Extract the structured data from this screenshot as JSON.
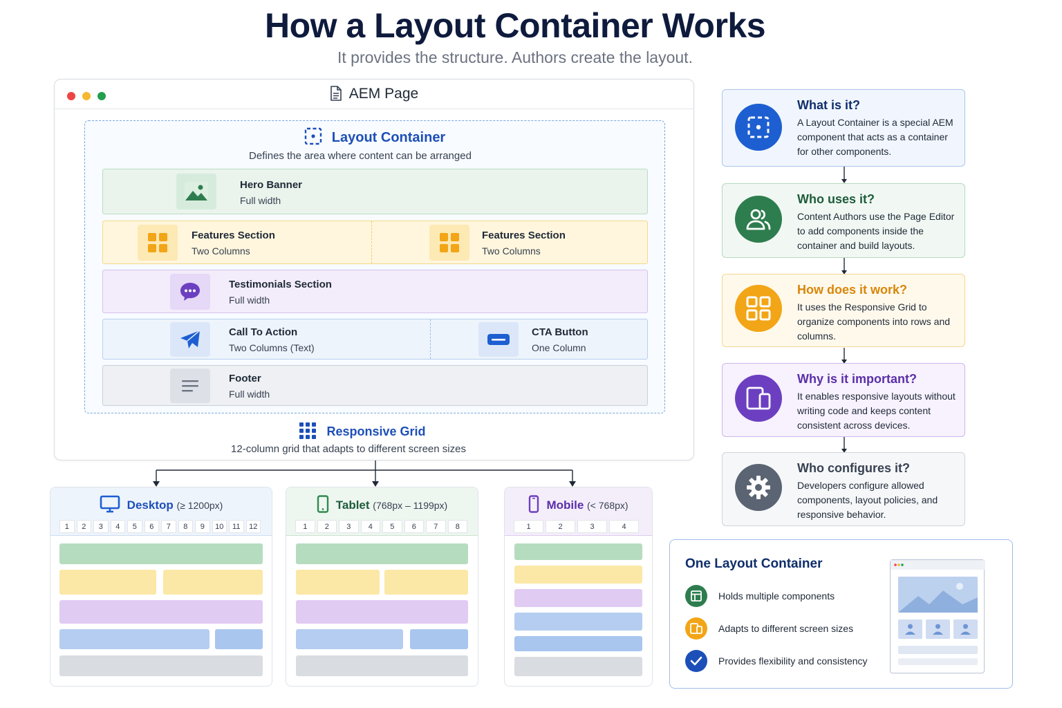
{
  "header": {
    "title": "How a Layout Container Works",
    "subtitle": "It provides the structure. Authors create the layout."
  },
  "browser": {
    "page_label": "AEM Page",
    "layout_container": {
      "title": "Layout Container",
      "subtitle": "Defines the area where content can be arranged"
    },
    "rows": {
      "hero": {
        "title": "Hero Banner",
        "sub": "Full width"
      },
      "features_left": {
        "title": "Features Section",
        "sub": "Two Columns"
      },
      "features_right": {
        "title": "Features Section",
        "sub": "Two Columns"
      },
      "testimonials": {
        "title": "Testimonials Section",
        "sub": "Full width"
      },
      "cta": {
        "title": "Call To Action",
        "sub": "Two Columns (Text)"
      },
      "cta_button": {
        "title": "CTA Button",
        "sub": "One Column"
      },
      "footer": {
        "title": "Footer",
        "sub": "Full width"
      }
    },
    "responsive_grid": {
      "title": "Responsive Grid",
      "subtitle": "12-column grid  that adapts to different screen sizes"
    }
  },
  "devices": {
    "desktop": {
      "name": "Desktop",
      "range": "(≥ 1200px)",
      "columns": [
        "1",
        "2",
        "3",
        "4",
        "5",
        "6",
        "7",
        "8",
        "9",
        "10",
        "11",
        "12"
      ]
    },
    "tablet": {
      "name": "Tablet",
      "range": "(768px – 1199px)",
      "columns": [
        "1",
        "2",
        "3",
        "4",
        "5",
        "6",
        "7",
        "8"
      ]
    },
    "mobile": {
      "name": "Mobile",
      "range": "(< 768px)",
      "columns": [
        "1",
        "2",
        "3",
        "4"
      ]
    }
  },
  "cards": {
    "what": {
      "title": "What is it?",
      "desc": "A Layout Container is a special AEM component that acts as a container for other components."
    },
    "who": {
      "title": "Who uses it?",
      "desc": "Content Authors use the Page Editor to add components inside the container and build layouts."
    },
    "how": {
      "title": "How does it work?",
      "desc": "It uses the Responsive Grid to organize components into rows and columns."
    },
    "why": {
      "title": "Why is it important?",
      "desc": "It enables responsive layouts without writing code and keeps content consistent across devices."
    },
    "config": {
      "title": "Who configures it?",
      "desc": "Developers configure allowed components, layout policies, and responsive behavior."
    }
  },
  "summary": {
    "title": "One Layout Container",
    "items": [
      "Holds multiple components",
      "Adapts to different screen sizes",
      "Provides flexibility and consistency"
    ]
  },
  "colors": {
    "green": "#2e7d4f",
    "amber": "#f2a516",
    "purple": "#6c3fc0",
    "blue": "#1d4fb8",
    "gray": "#5b6472",
    "hero_bg": "#eaf4ec",
    "features_bg": "#fff6dd",
    "testimonials_bg": "#f3ecfb",
    "cta_bg": "#eef4fc",
    "footer_bg": "#eef0f3"
  }
}
